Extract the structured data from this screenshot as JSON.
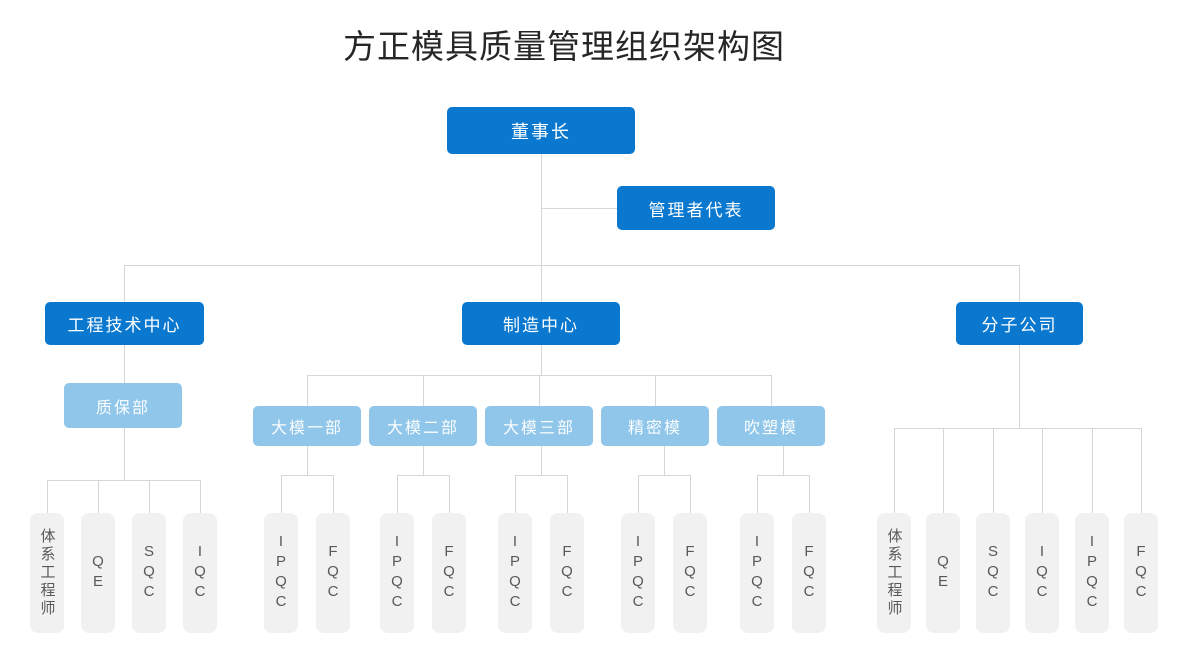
{
  "title": "方正模具质量管理组织架构图",
  "colors": {
    "primary_blue": "#0b78cf",
    "light_blue": "#8fc6ea",
    "role_gray": "#f1f1f1",
    "role_text": "#595959",
    "connector_line": "#d6d6d6",
    "title_text": "#262626"
  },
  "org": {
    "chairman": {
      "label": "董事长"
    },
    "management_rep": {
      "label": "管理者代表"
    },
    "engineering": {
      "label": "工程技术中心",
      "qa_dept": {
        "label": "质保部"
      },
      "roles": [
        {
          "label": "体系工程师"
        },
        {
          "label": "QE"
        },
        {
          "label": "SQC"
        },
        {
          "label": "IQC"
        }
      ]
    },
    "manufacturing": {
      "label": "制造中心",
      "departments": [
        {
          "label": "大模一部",
          "roles": [
            {
              "label": "IPQC"
            },
            {
              "label": "FQC"
            }
          ]
        },
        {
          "label": "大模二部",
          "roles": [
            {
              "label": "IPQC"
            },
            {
              "label": "FQC"
            }
          ]
        },
        {
          "label": "大模三部",
          "roles": [
            {
              "label": "IPQC"
            },
            {
              "label": "FQC"
            }
          ]
        },
        {
          "label": "精密模",
          "roles": [
            {
              "label": "IPQC"
            },
            {
              "label": "FQC"
            }
          ]
        },
        {
          "label": "吹塑模",
          "roles": [
            {
              "label": "IPQC"
            },
            {
              "label": "FQC"
            }
          ]
        }
      ]
    },
    "subsidiary": {
      "label": "分子公司",
      "roles": [
        {
          "label": "体系工程师"
        },
        {
          "label": "QE"
        },
        {
          "label": "SQC"
        },
        {
          "label": "IQC"
        },
        {
          "label": "IPQC"
        },
        {
          "label": "FQC"
        }
      ]
    }
  }
}
